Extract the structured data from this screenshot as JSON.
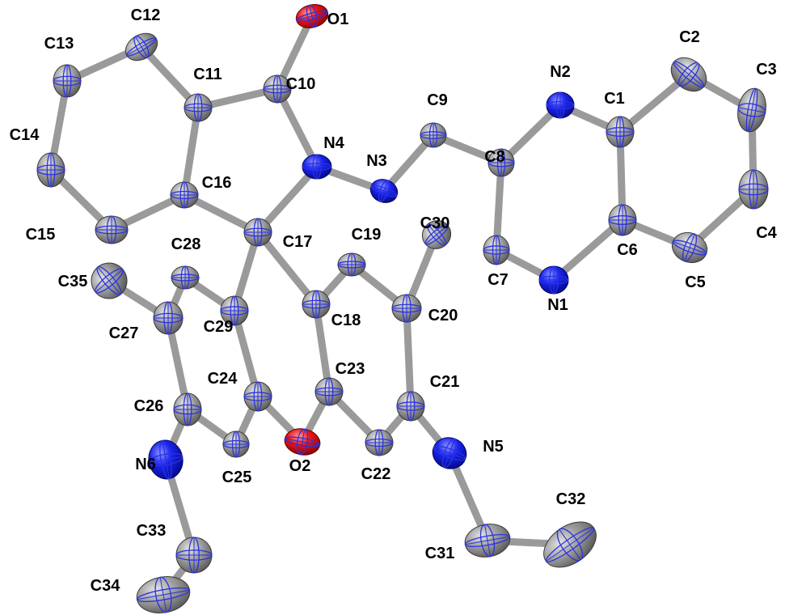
{
  "colors": {
    "carbon": "#8c8c8c",
    "nitrogen": "#0a14e6",
    "oxygen": "#e60a0a",
    "bond": "#9a9a9a",
    "octant": "#2a32e0",
    "label": "#000000"
  },
  "atoms": [
    {
      "id": "O1",
      "label": "O1",
      "element": "O"
    },
    {
      "id": "O2",
      "label": "O2",
      "element": "O"
    },
    {
      "id": "N1",
      "label": "N1",
      "element": "N"
    },
    {
      "id": "N2",
      "label": "N2",
      "element": "N"
    },
    {
      "id": "N3",
      "label": "N3",
      "element": "N"
    },
    {
      "id": "N4",
      "label": "N4",
      "element": "N"
    },
    {
      "id": "N5",
      "label": "N5",
      "element": "N"
    },
    {
      "id": "N6",
      "label": "N6",
      "element": "N"
    },
    {
      "id": "C1",
      "label": "C1",
      "element": "C"
    },
    {
      "id": "C2",
      "label": "C2",
      "element": "C"
    },
    {
      "id": "C3",
      "label": "C3",
      "element": "C"
    },
    {
      "id": "C4",
      "label": "C4",
      "element": "C"
    },
    {
      "id": "C5",
      "label": "C5",
      "element": "C"
    },
    {
      "id": "C6",
      "label": "C6",
      "element": "C"
    },
    {
      "id": "C7",
      "label": "C7",
      "element": "C"
    },
    {
      "id": "C8",
      "label": "C8",
      "element": "C"
    },
    {
      "id": "C9",
      "label": "C9",
      "element": "C"
    },
    {
      "id": "C10",
      "label": "C10",
      "element": "C"
    },
    {
      "id": "C11",
      "label": "C11",
      "element": "C"
    },
    {
      "id": "C12",
      "label": "C12",
      "element": "C"
    },
    {
      "id": "C13",
      "label": "C13",
      "element": "C"
    },
    {
      "id": "C14",
      "label": "C14",
      "element": "C"
    },
    {
      "id": "C15",
      "label": "C15",
      "element": "C"
    },
    {
      "id": "C16",
      "label": "C16",
      "element": "C"
    },
    {
      "id": "C17",
      "label": "C17",
      "element": "C"
    },
    {
      "id": "C18",
      "label": "C18",
      "element": "C"
    },
    {
      "id": "C19",
      "label": "C19",
      "element": "C"
    },
    {
      "id": "C20",
      "label": "C20",
      "element": "C"
    },
    {
      "id": "C21",
      "label": "C21",
      "element": "C"
    },
    {
      "id": "C22",
      "label": "C22",
      "element": "C"
    },
    {
      "id": "C23",
      "label": "C23",
      "element": "C"
    },
    {
      "id": "C24",
      "label": "C24",
      "element": "C"
    },
    {
      "id": "C25",
      "label": "C25",
      "element": "C"
    },
    {
      "id": "C26",
      "label": "C26",
      "element": "C"
    },
    {
      "id": "C27",
      "label": "C27",
      "element": "C"
    },
    {
      "id": "C28",
      "label": "C28",
      "element": "C"
    },
    {
      "id": "C29",
      "label": "C29",
      "element": "C"
    },
    {
      "id": "C30",
      "label": "C30",
      "element": "C"
    },
    {
      "id": "C31",
      "label": "C31",
      "element": "C"
    },
    {
      "id": "C32",
      "label": "C32",
      "element": "C"
    },
    {
      "id": "C33",
      "label": "C33",
      "element": "C"
    },
    {
      "id": "C34",
      "label": "C34",
      "element": "C"
    },
    {
      "id": "C35",
      "label": "C35",
      "element": "C"
    }
  ],
  "bonds": [
    [
      "O1",
      "C10"
    ],
    [
      "C10",
      "C11"
    ],
    [
      "C10",
      "N4"
    ],
    [
      "C11",
      "C12"
    ],
    [
      "C12",
      "C13"
    ],
    [
      "C13",
      "C14"
    ],
    [
      "C14",
      "C15"
    ],
    [
      "C15",
      "C16"
    ],
    [
      "C16",
      "C11"
    ],
    [
      "C16",
      "C17"
    ],
    [
      "N4",
      "C17"
    ],
    [
      "N4",
      "N3"
    ],
    [
      "N3",
      "C9"
    ],
    [
      "C9",
      "C8"
    ],
    [
      "C8",
      "N2"
    ],
    [
      "C8",
      "C7"
    ],
    [
      "C7",
      "N1"
    ],
    [
      "N1",
      "C6"
    ],
    [
      "C6",
      "C1"
    ],
    [
      "C1",
      "N2"
    ],
    [
      "C1",
      "C2"
    ],
    [
      "C2",
      "C3"
    ],
    [
      "C3",
      "C4"
    ],
    [
      "C4",
      "C5"
    ],
    [
      "C5",
      "C6"
    ],
    [
      "C17",
      "C18"
    ],
    [
      "C17",
      "C29"
    ],
    [
      "C18",
      "C19"
    ],
    [
      "C19",
      "C20"
    ],
    [
      "C20",
      "C30"
    ],
    [
      "C20",
      "C21"
    ],
    [
      "C21",
      "C22"
    ],
    [
      "C22",
      "C23"
    ],
    [
      "C23",
      "C18"
    ],
    [
      "C23",
      "O2"
    ],
    [
      "O2",
      "C24"
    ],
    [
      "C24",
      "C29"
    ],
    [
      "C24",
      "C25"
    ],
    [
      "C25",
      "C26"
    ],
    [
      "C26",
      "C27"
    ],
    [
      "C27",
      "C28"
    ],
    [
      "C28",
      "C29"
    ],
    [
      "C27",
      "C35"
    ],
    [
      "C21",
      "N5"
    ],
    [
      "N5",
      "C31"
    ],
    [
      "C31",
      "C32"
    ],
    [
      "C26",
      "N6"
    ],
    [
      "N6",
      "C33"
    ],
    [
      "C33",
      "C34"
    ]
  ]
}
